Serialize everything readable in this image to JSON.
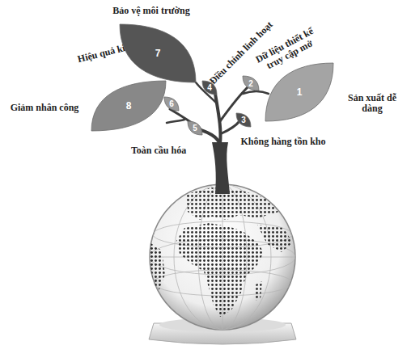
{
  "diagram": {
    "nodes": [
      {
        "text": [
          "1",
          "Sản xuất dễ dàng"
        ]
      },
      {
        "text": [
          "2",
          "Dữ liệu thiết kế truy cập mở"
        ]
      },
      {
        "text": [
          "3",
          "Không hàng tồn kho"
        ]
      },
      {
        "text": [
          "4",
          "Điều chỉnh linh hoạt"
        ]
      },
      {
        "text": [
          "5",
          "Toàn cầu hóa"
        ]
      },
      {
        "text": [
          "6",
          "Hiệu quả kinh tế"
        ]
      },
      {
        "text": [
          "7",
          "Bảo vệ môi trường"
        ]
      },
      {
        "text": [
          "8",
          "Giảm nhân công"
        ]
      }
    ]
  }
}
